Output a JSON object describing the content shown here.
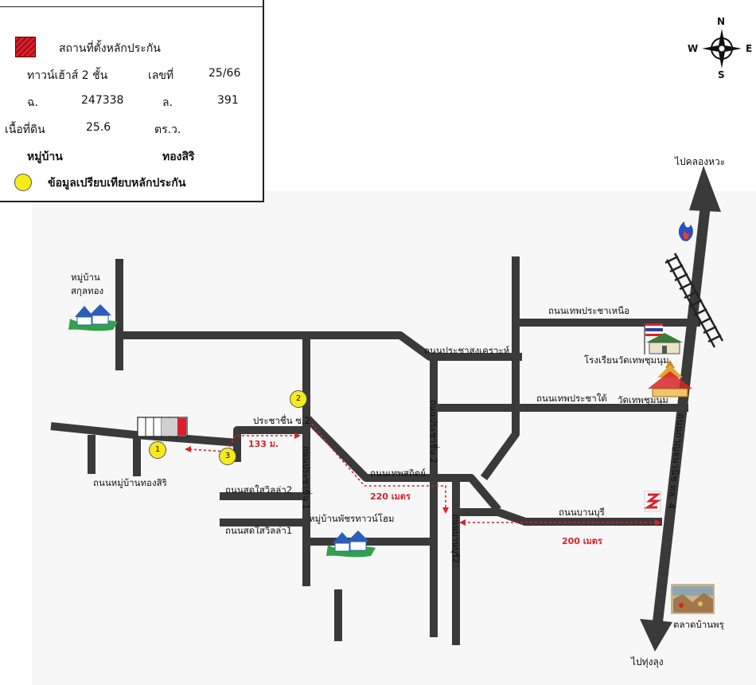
{
  "legend": {
    "site_label": "สถานที่ตั้งหลักประกัน",
    "property_type": "ทาวน์เฮ้าส์ 2 ชั้น",
    "number_label": "เลขที่",
    "number_value": "25/66",
    "chanot_label": "ฉ.",
    "chanot_value": "247338",
    "lo_label": "ล.",
    "lo_value": "391",
    "area_label": "เนื้อที่ดิน",
    "area_value": "25.6",
    "area_unit": "ตร.ว.",
    "village_label": "หมู่บ้าน",
    "village_value": "ทองสิริ",
    "comparison_label": "ข้อมูลเปรียบเทียบหลักประกัน"
  },
  "compass": {
    "n": "N",
    "s": "S",
    "e": "E",
    "w": "W"
  },
  "places": {
    "to_khlong_wa": "ไปคลองหวะ",
    "to_thung_lung": "ไปทุ่งลุง",
    "village_sakultong_1": "หมู่บ้าน",
    "village_sakultong_2": "สกุลทอง",
    "school": "โรงเรียนวัดเทพชุมนุม",
    "temple": "วัดเทพชุมนุม",
    "village_phatchara": "หมู่บ้านพัชรทาวน์โฮม",
    "market": "ตลาดบ้านพรุ"
  },
  "roads": {
    "thep_pracha_north": "ถนนเทพประชาเหนือ",
    "pracha_songkhro": "ถนนประชาสงเคราะห์",
    "thep_pracha_south": "ถนนเทพประชาใต้",
    "prachachuen_soi2": "ประชาชื่น ซ.2",
    "village_thongsiri": "ถนนหมู่บ้านทองสิริ",
    "sot_sawilla_2": "ถนนสดใสวิลล่า2",
    "sot_sawilla_1": "ถนนสดใสวิลล่า1",
    "thepsathit": "ถนนเทพสถิตย์",
    "ban_buri": "ถนนบานบุรี",
    "prachachuen_1": "ถนนประชาชื่น 1",
    "prachachuen_2": "ถนนประชาชื่น 2",
    "ban_buri_2": "ถนนบานบุรี2",
    "kanchanavanich": "ถนนกาญจนวนิช ทล. 4"
  },
  "distances": {
    "d133": "133 ม.",
    "d220": "220 เมตร",
    "d200": "200 เมตร"
  },
  "markers": {
    "m1": "1",
    "m2": "2",
    "m3": "3"
  },
  "colors": {
    "road": "#3a3a3a",
    "distance": "#d8232a",
    "marker": "#f7ea1b",
    "site": "#e01e2a"
  }
}
